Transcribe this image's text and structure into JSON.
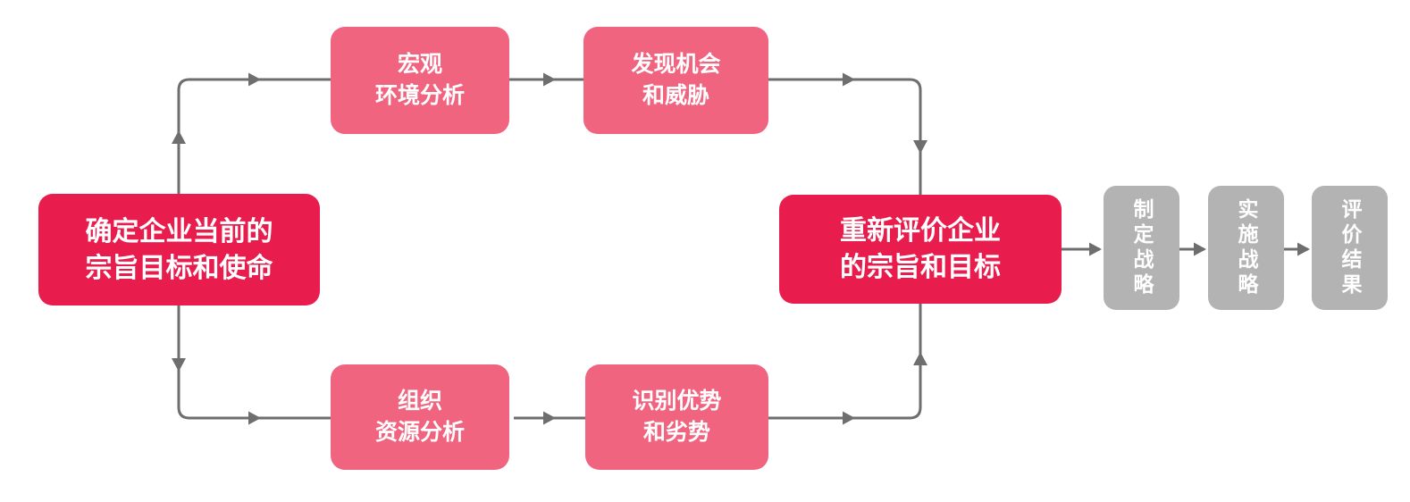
{
  "colors": {
    "primary_red": "#E81D4E",
    "pink": "#F06480",
    "gray_box": "#B3B3B3",
    "connector": "#6E6E6E",
    "text_on_box": "#FFFFFF",
    "background": "#FFFFFF"
  },
  "diagram": {
    "start_box": {
      "line1": "确定企业当前的",
      "line2": "宗旨目标和使命"
    },
    "top_path": [
      {
        "line1": "宏观",
        "line2": "环境分析"
      },
      {
        "line1": "发现机会",
        "line2": "和威胁"
      }
    ],
    "bottom_path": [
      {
        "line1": "组织",
        "line2": "资源分析"
      },
      {
        "line1": "识别优势",
        "line2": "和劣势"
      }
    ],
    "reevaluate_box": {
      "line1": "重新评价企业",
      "line2": "的宗旨和目标"
    },
    "final_steps": [
      {
        "label": "制定战略"
      },
      {
        "label": "实施战略"
      },
      {
        "label": "评价结果"
      }
    ]
  }
}
